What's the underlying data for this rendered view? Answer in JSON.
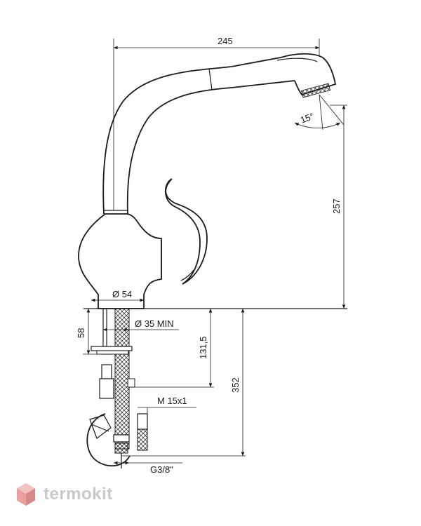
{
  "dimensions": {
    "width_top": "245",
    "spray_angle": "15°",
    "height_spout": "257",
    "base_diameter": "Ø 54",
    "hole_diameter": "Ø 35 MIN",
    "shank_length": "58",
    "hose_length": "131,5",
    "total_below": "352",
    "thread_m": "M 15x1",
    "thread_g": "G3/8\""
  },
  "watermark": {
    "brand": "termokit"
  },
  "colors": {
    "line": "#1a1a1a",
    "watermark_gray": "#c9c9c9",
    "watermark_red": "#e8a0a0"
  }
}
